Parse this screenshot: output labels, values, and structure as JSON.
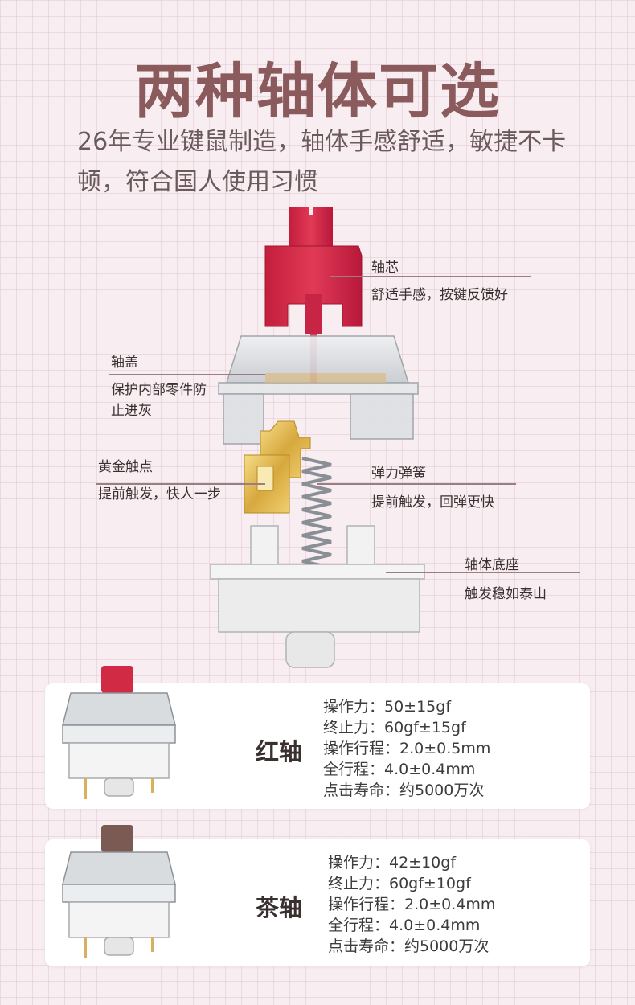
{
  "title": "两种轴体可选",
  "subtitle": "26年专业键鼠制造，轴体手感舒适，敏捷不卡顿，符合国人使用习惯",
  "parts": [
    {
      "name": "轴芯",
      "desc": "舒适手感，按键反馈好"
    },
    {
      "name": "轴盖",
      "desc": "保护内部零件防止进灰"
    },
    {
      "name": "黄金触点",
      "desc": "提前触发，快人一步"
    },
    {
      "name": "弹力弹簧",
      "desc": "提前触发，回弹更快"
    },
    {
      "name": "轴体底座",
      "desc": "触发稳如泰山"
    }
  ],
  "switches": [
    {
      "name": "红轴",
      "stem_color": "#d02a45",
      "specs": [
        "操作力：50±15gf",
        "终止力：60gf±15gf",
        "操作行程：2.0±0.5mm",
        "全行程：4.0±0.4mm",
        "点击寿命：约5000万次"
      ]
    },
    {
      "name": "茶轴",
      "stem_color": "#7a5a52",
      "specs": [
        "操作力：42±10gf",
        "终止力：60gf±10gf",
        "操作行程：2.0±0.4mm",
        "全行程：4.0±0.4mm",
        "点击寿命：约5000万次"
      ]
    }
  ]
}
